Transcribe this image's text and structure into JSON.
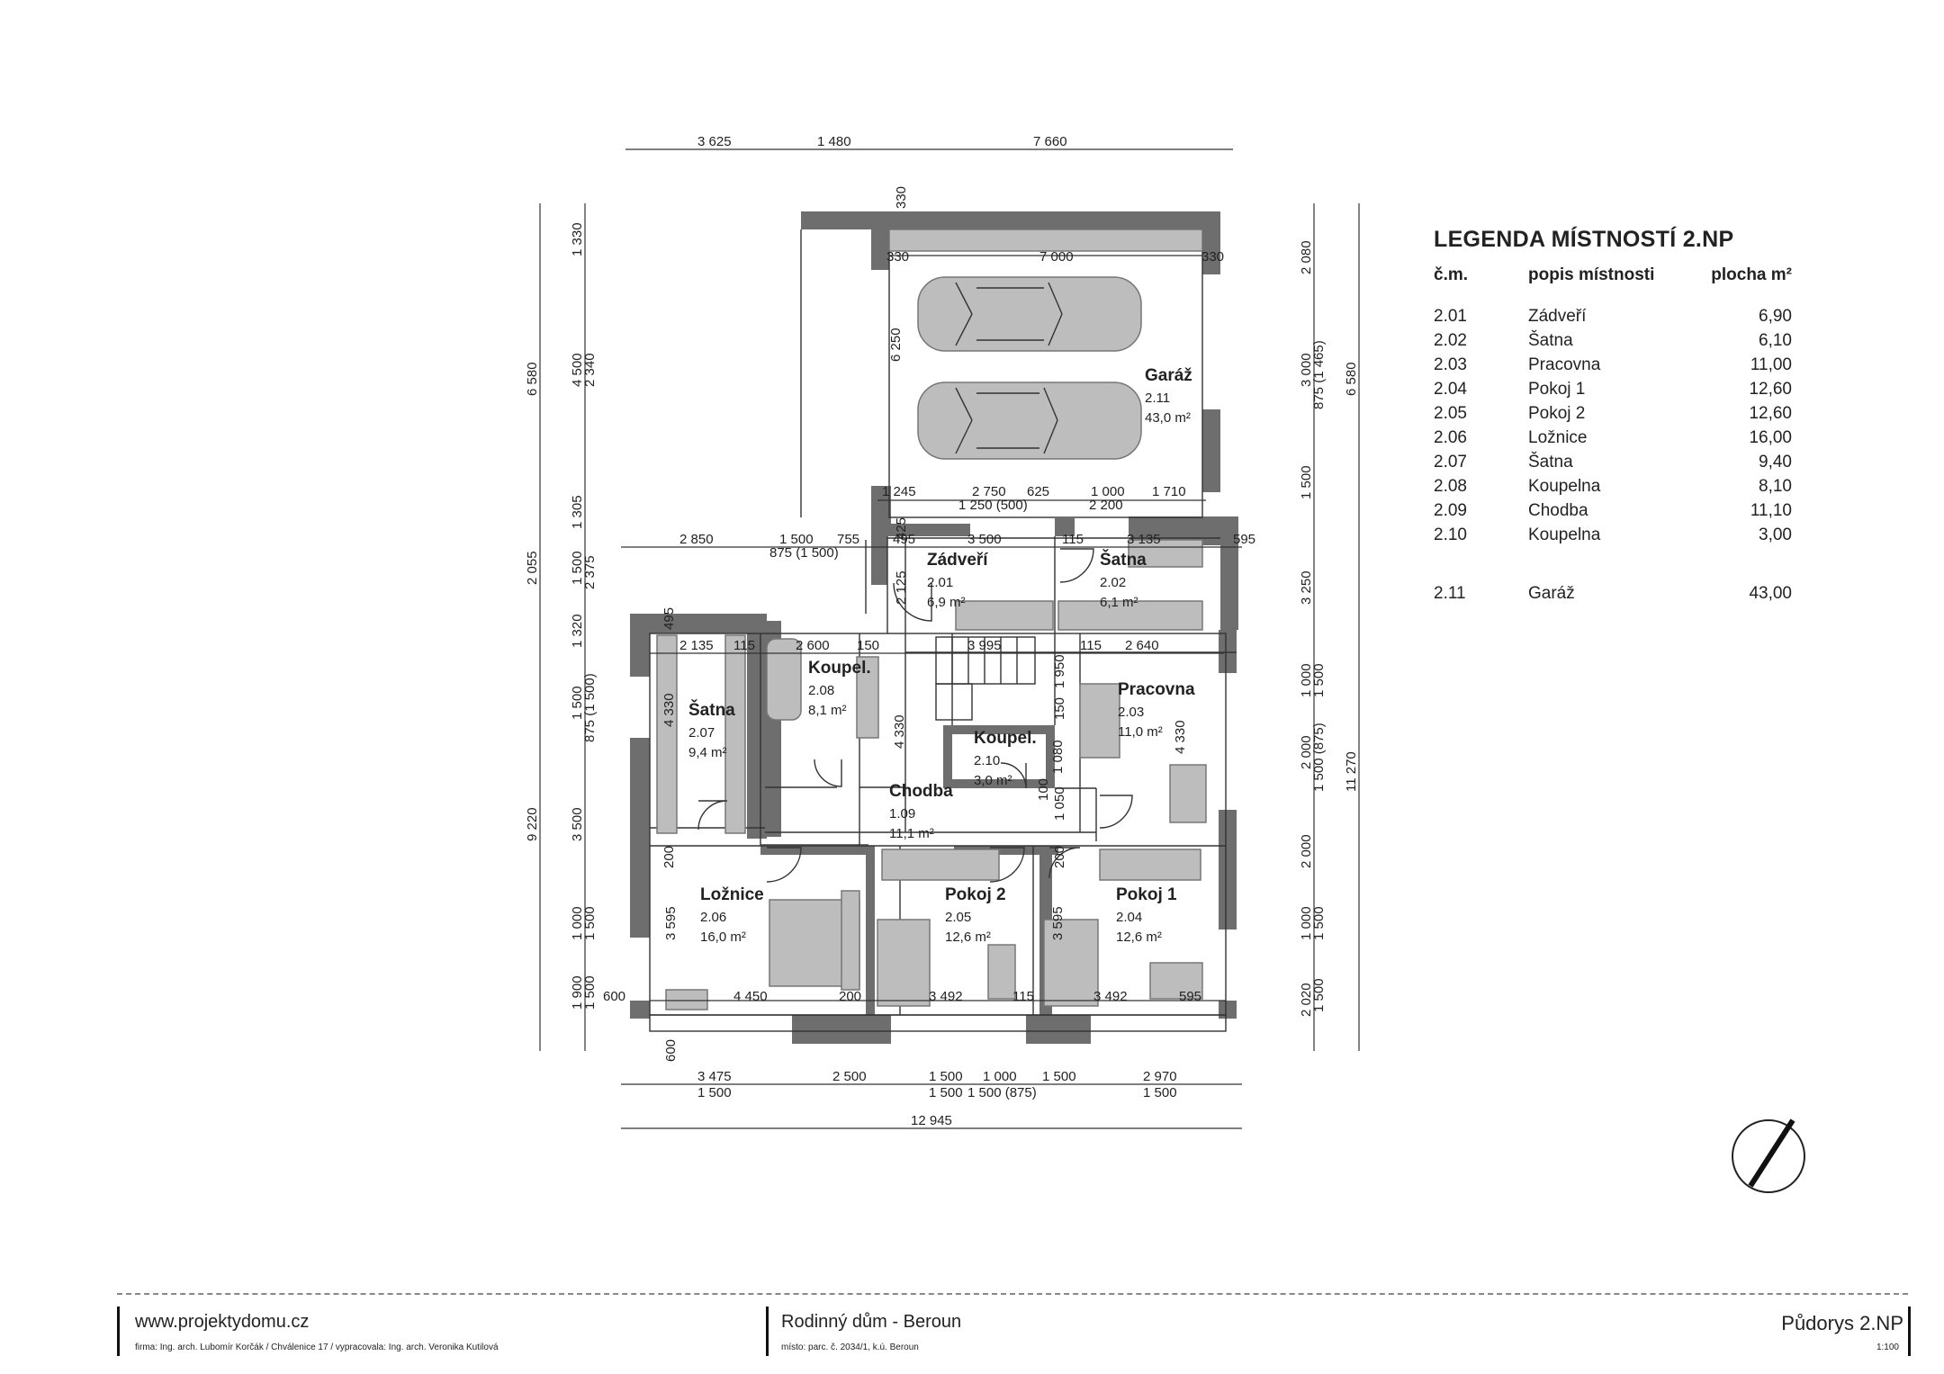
{
  "plan": {
    "rooms": [
      {
        "key": "garaz",
        "name": "Garáž",
        "number": "2.11",
        "area": "43,0 m²"
      },
      {
        "key": "zadveri",
        "name": "Zádveří",
        "number": "2.01",
        "area": "6,9 m²"
      },
      {
        "key": "satna202",
        "name": "Šatna",
        "number": "2.02",
        "area": "6,1 m²"
      },
      {
        "key": "koupel208",
        "name": "Koupel.",
        "number": "2.08",
        "area": "8,1 m²"
      },
      {
        "key": "satna207",
        "name": "Šatna",
        "number": "2.07",
        "area": "9,4 m²"
      },
      {
        "key": "pracovna",
        "name": "Pracovna",
        "number": "2.03",
        "area": "11,0 m²"
      },
      {
        "key": "koupel210",
        "name": "Koupel.",
        "number": "2.10",
        "area": "3,0 m²"
      },
      {
        "key": "chodba",
        "name": "Chodba",
        "number": "1.09",
        "area": "11,1 m²"
      },
      {
        "key": "loznice",
        "name": "Ložnice",
        "number": "2.06",
        "area": "16,0 m²"
      },
      {
        "key": "pokoj2",
        "name": "Pokoj 2",
        "number": "2.05",
        "area": "12,6 m²"
      },
      {
        "key": "pokoj1",
        "name": "Pokoj 1",
        "number": "2.04",
        "area": "12,6 m²"
      }
    ],
    "dimensions": {
      "top": [
        "3 625",
        "1 480",
        "7 660"
      ],
      "garage_top": [
        "330",
        "7 000",
        "330"
      ],
      "garage_side": "6 250",
      "garage_bottom": [
        "1 245",
        "2 750",
        "625",
        "1 000",
        "1 710"
      ],
      "garage_bottom2": [
        "1 250 (500)",
        "2 200"
      ],
      "mid_row": [
        "2 850",
        "1 500",
        "875 (1 500)",
        "755",
        "495",
        "3 500",
        "115",
        "3 135",
        "595"
      ],
      "inner_row": [
        "2 135",
        "115",
        "2 600",
        "150",
        "3 995",
        "115",
        "2 640"
      ],
      "bottom_inner": [
        "600",
        "4 450",
        "200",
        "3 492",
        "115",
        "3 492",
        "595"
      ],
      "bottom_row1": [
        "3 475",
        "2 500",
        "1 500",
        "1 000",
        "1 500",
        "2 970"
      ],
      "bottom_row2": [
        "1 500",
        "1 500",
        "1 500 (875)",
        "1 500"
      ],
      "total_width": "12 945",
      "left_outer": [
        "6 580",
        "2 055",
        "9 220"
      ],
      "left_inner": [
        "1 330",
        "4 500",
        "2 340",
        "1 305",
        "1 500",
        "2 375",
        "1 320",
        "1 500",
        "875 (1 500)",
        "3 500",
        "1 000",
        "1 500",
        "1 900",
        "1 500",
        "600"
      ],
      "right_inner": [
        "2 080",
        "3 000",
        "875 (1 465)",
        "1 500",
        "3 250",
        "1 000",
        "1 500",
        "2 000",
        "1 500 (875)",
        "2 000",
        "1 000",
        "1 500",
        "2 020",
        "1 500"
      ],
      "right_outer": [
        "6 580",
        "11 270"
      ],
      "inner_misc": [
        "330",
        "425",
        "2 125",
        "495",
        "1 950",
        "150",
        "1 050",
        "4 330",
        "4 330",
        "4 330",
        "200",
        "200",
        "3 595",
        "3 595",
        "1 080",
        "100"
      ]
    }
  },
  "legend": {
    "title": "LEGENDA MÍSTNOSTÍ 2.NP",
    "col_number": "č.m.",
    "col_desc": "popis místnosti",
    "col_area": "plocha m²",
    "rows": [
      {
        "num": "2.01",
        "name": "Zádveří",
        "area": "6,90"
      },
      {
        "num": "2.02",
        "name": "Šatna",
        "area": "6,10"
      },
      {
        "num": "2.03",
        "name": "Pracovna",
        "area": "11,00"
      },
      {
        "num": "2.04",
        "name": "Pokoj 1",
        "area": "12,60"
      },
      {
        "num": "2.05",
        "name": "Pokoj 2",
        "area": "12,60"
      },
      {
        "num": "2.06",
        "name": "Ložnice",
        "area": "16,00"
      },
      {
        "num": "2.07",
        "name": "Šatna",
        "area": "9,40"
      },
      {
        "num": "2.08",
        "name": "Koupelna",
        "area": "8,10"
      },
      {
        "num": "2.09",
        "name": "Chodba",
        "area": "11,10"
      },
      {
        "num": "2.10",
        "name": "Koupelna",
        "area": "3,00"
      }
    ],
    "garage_row": {
      "num": "2.11",
      "name": "Garáž",
      "area": "43,00"
    }
  },
  "footer": {
    "website": "www.projektydomu.cz",
    "firm": "firma: Ing. arch. Lubomír Korčák  / Chválenice 17  / vypracovala: Ing. arch. Veronika Kutilová",
    "project": "Rodinný dům - Beroun",
    "location": "místo: parc. č. 2034/1,  k.ú. Beroun",
    "sheet": "Půdorys 2.NP",
    "scale": "1:100"
  },
  "icons": {
    "north": "north-arrow-icon"
  }
}
